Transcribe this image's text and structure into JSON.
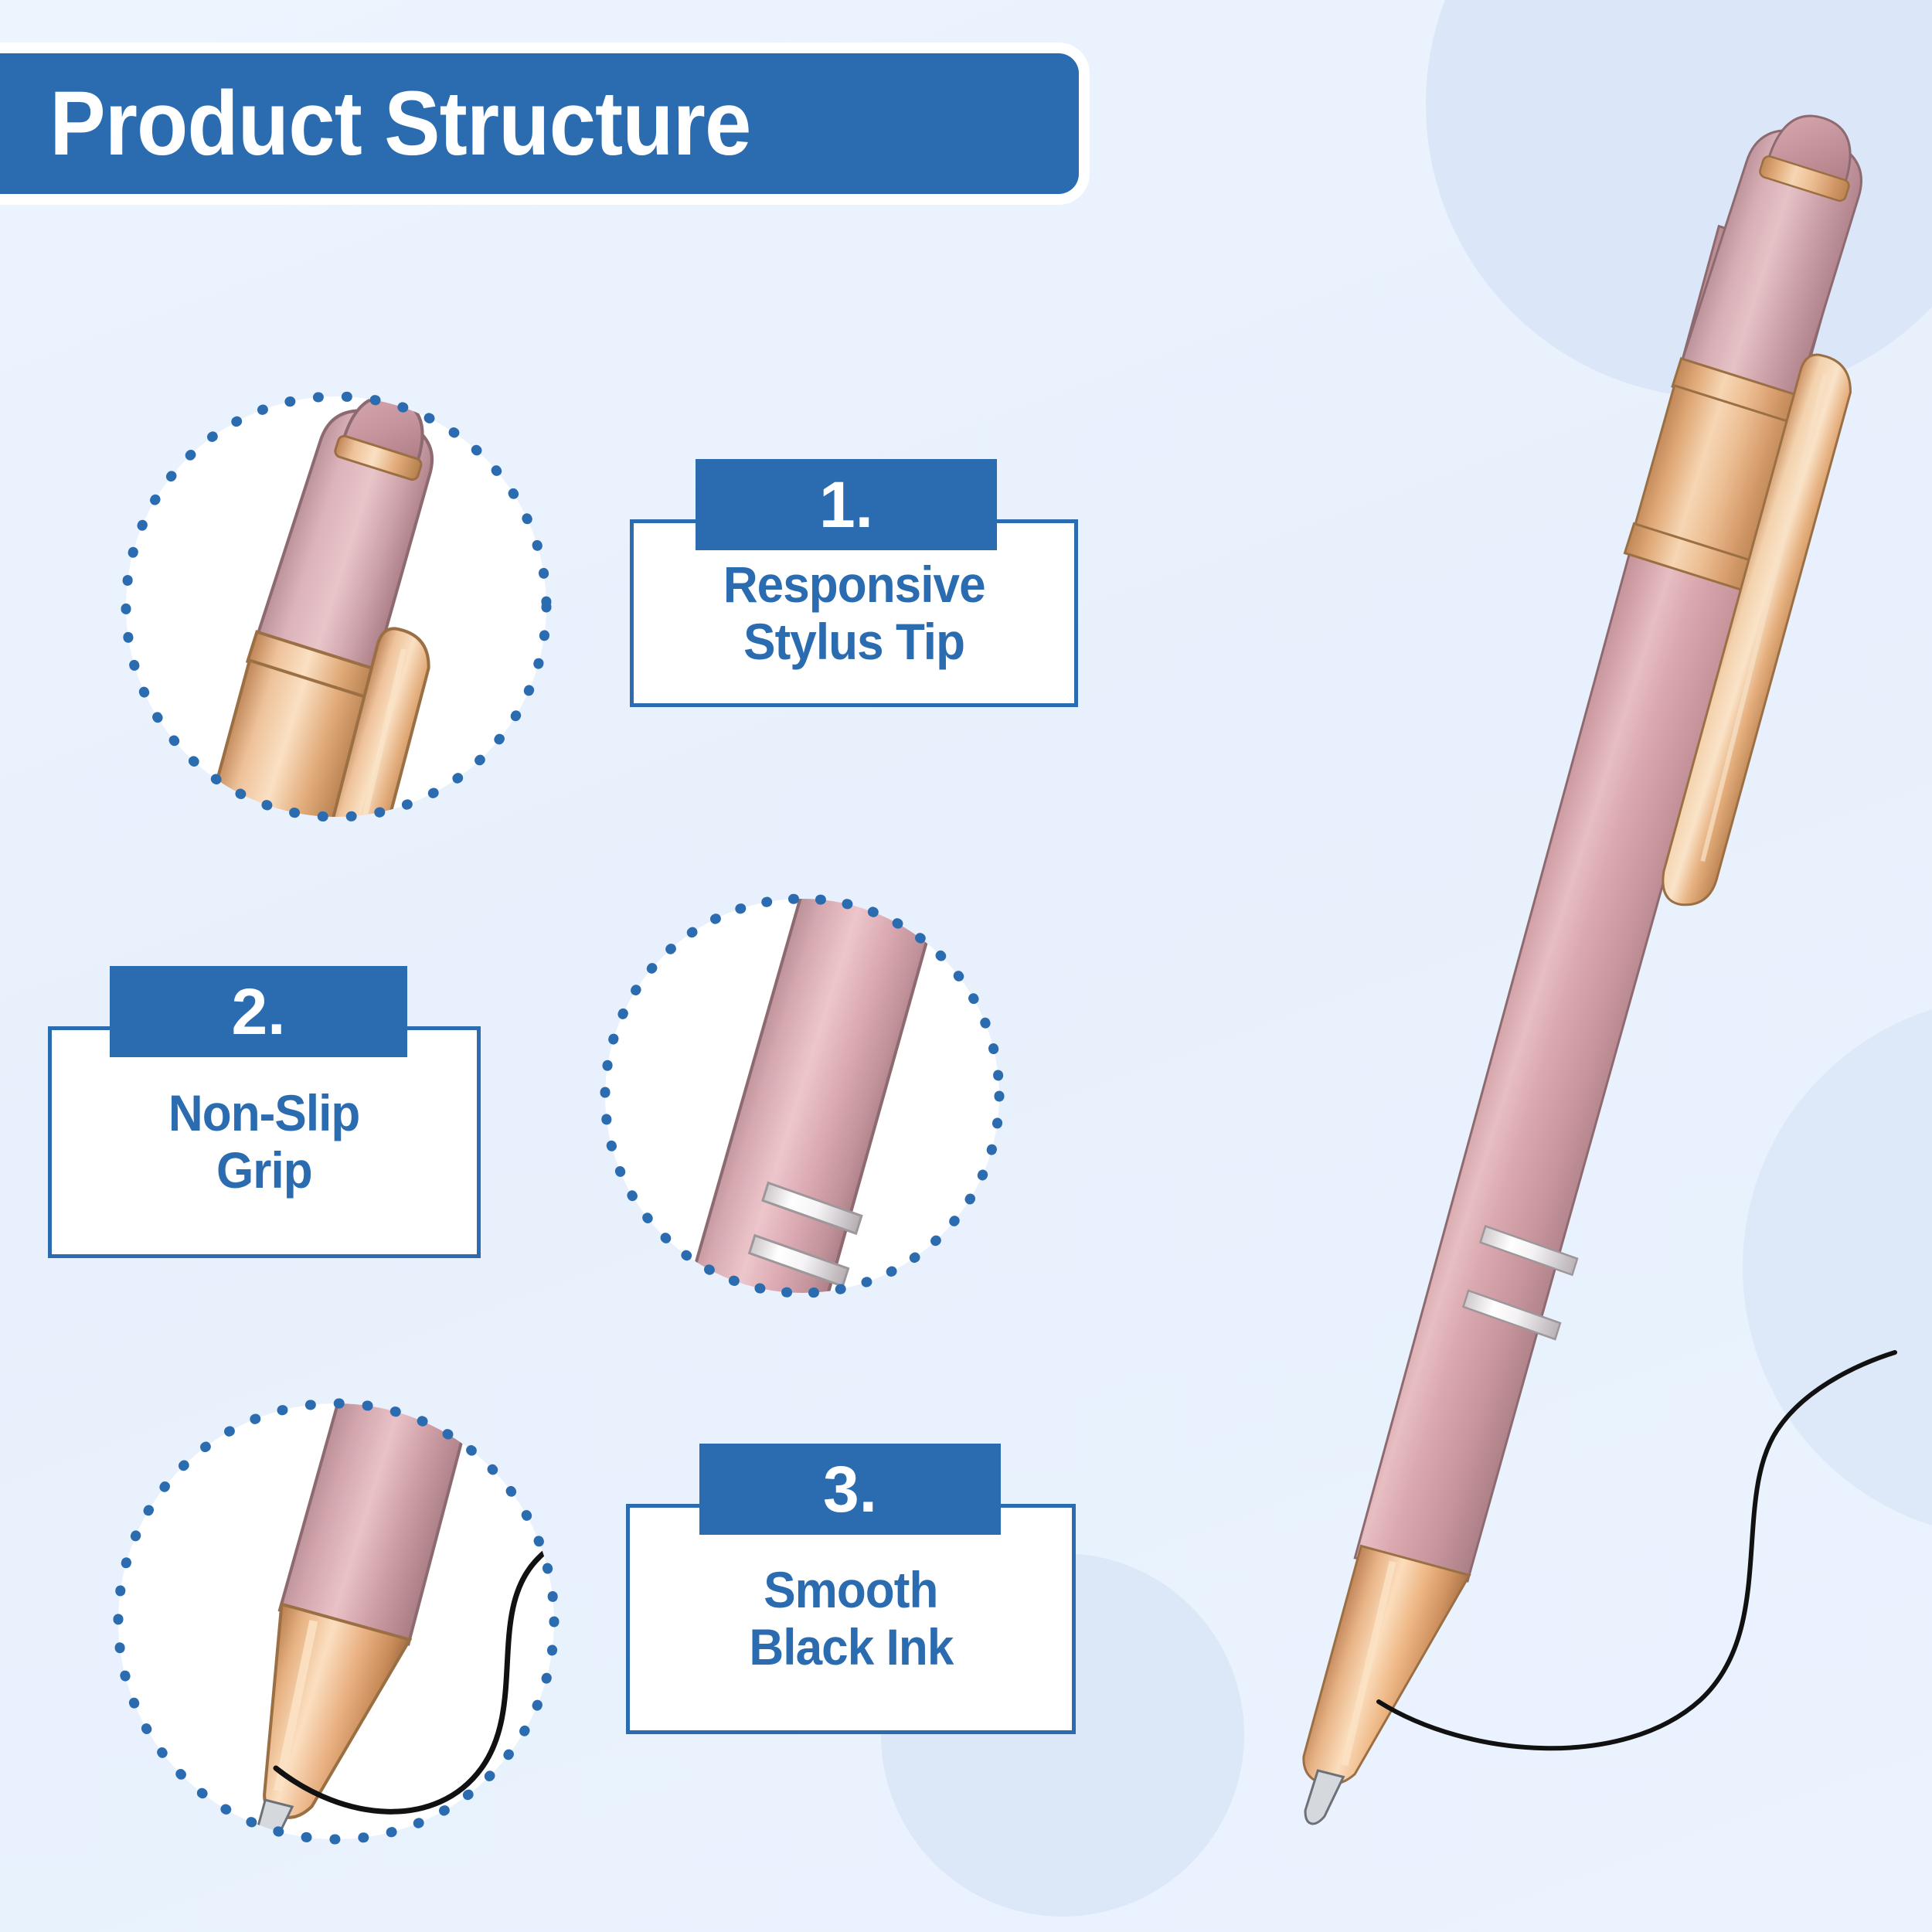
{
  "page": {
    "background_color": "#e9f2fd",
    "accent_color": "#2b6cb0"
  },
  "header": {
    "title": "Product Structure"
  },
  "features": [
    {
      "number": "1.",
      "line1": "Responsive",
      "line2": "Stylus Tip",
      "callout_name": "stylus-tip-detail"
    },
    {
      "number": "2.",
      "line1": "Non-Slip",
      "line2": "Grip",
      "callout_name": "grip-detail"
    },
    {
      "number": "3.",
      "line1": "Smooth",
      "line2": "Black Ink",
      "callout_name": "ink-tip-detail"
    }
  ],
  "product": {
    "name": "rose-gold-stylus-ballpoint-pen",
    "barrel_color": "#d9a4ab",
    "metal_color": "#e8b58c",
    "stylus_tip_color": "#c89098",
    "ring_color": "#f2f2f4",
    "ink_color": "#111111"
  }
}
